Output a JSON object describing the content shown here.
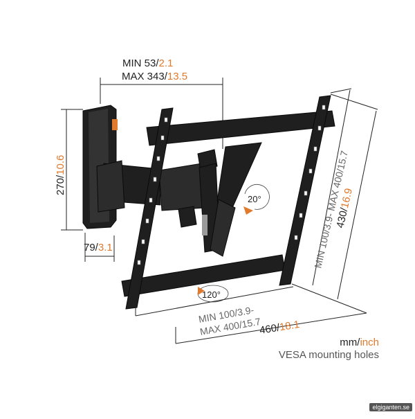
{
  "dims": {
    "top_min_mm": "MIN 53/",
    "top_min_in": "2.1",
    "top_max_mm": "MAX 343/",
    "top_max_in": "13.5",
    "height_mm": "270/",
    "height_in": "10.6",
    "depth_mm": "79/",
    "depth_in": "3.1",
    "swivel_small": "20°",
    "swivel_large": "120°",
    "vesa_h_min_mm": "MIN 100/",
    "vesa_h_min_in": "3.9-",
    "vesa_h_max_mm": "MAX 400/",
    "vesa_h_max_in": "15.7",
    "width_mm": "460/",
    "width_in": "18.1",
    "vesa_v_min_mm": "MIN 100/",
    "vesa_v_min_in": "3.9-",
    "vesa_v_max_mm": "MAX 400/",
    "vesa_v_max_in": "15.7",
    "tall_mm": "430/",
    "tall_in": "16.9"
  },
  "legend": {
    "unit_mm": "mm/",
    "unit_in": "inch",
    "caption": "VESA mounting holes"
  },
  "watermark": "elgiganten.se",
  "colors": {
    "accent": "#e07a2e",
    "metal": "#1f1f1f"
  }
}
